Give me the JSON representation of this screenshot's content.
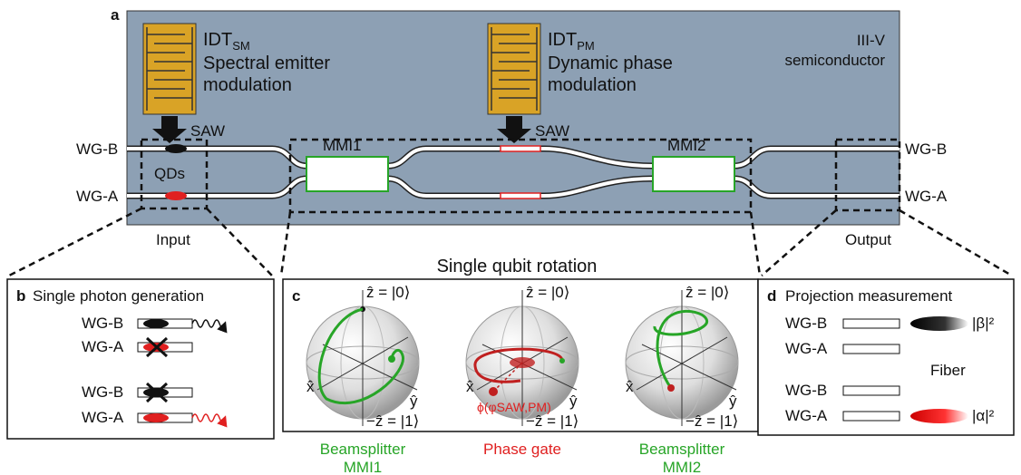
{
  "panel_a": {
    "letter": "a",
    "idt_sm": {
      "name": "IDT",
      "sub": "SM",
      "line1": "Spectral emitter",
      "line2": "modulation"
    },
    "idt_pm": {
      "name": "IDT",
      "sub": "PM",
      "line1": "Dynamic phase",
      "line2": "modulation"
    },
    "semiconductor": {
      "line1": "III-V",
      "line2": "semiconductor"
    },
    "saw": "SAW",
    "mmi1": "MMI1",
    "mmi2": "MMI2",
    "qds": "QDs",
    "wg_b": "WG-B",
    "wg_a": "WG-A",
    "input": "Input",
    "output": "Output",
    "rotation_title": "Single qubit rotation"
  },
  "panel_b": {
    "letter": "b",
    "title": "Single photon generation",
    "rows": [
      "WG-B",
      "WG-A",
      "WG-B",
      "WG-A"
    ]
  },
  "panel_c": {
    "letter": "c",
    "z_up": "ẑ = |0⟩",
    "z_down": "−ẑ = |1⟩",
    "x_axis": "x̂",
    "y_axis": "ŷ",
    "phase_label": "ϕ(φSAW,PM)",
    "captions": [
      {
        "line1": "Beamsplitter",
        "line2": "MMI1",
        "color": "#27a527"
      },
      {
        "line1": "Phase gate",
        "line2": "",
        "color": "#e02020"
      },
      {
        "line1": "Beamsplitter",
        "line2": "MMI2",
        "color": "#27a527"
      }
    ]
  },
  "panel_d": {
    "letter": "d",
    "title": "Projection measurement",
    "rows": [
      "WG-B",
      "WG-A",
      "WG-B",
      "WG-A"
    ],
    "fiber": "Fiber",
    "beta": "|β|²",
    "alpha": "|α|²"
  },
  "colors": {
    "chip": "#8da0b4",
    "idt_gold": "#d9a326",
    "green": "#27a527",
    "red": "#e02020"
  }
}
